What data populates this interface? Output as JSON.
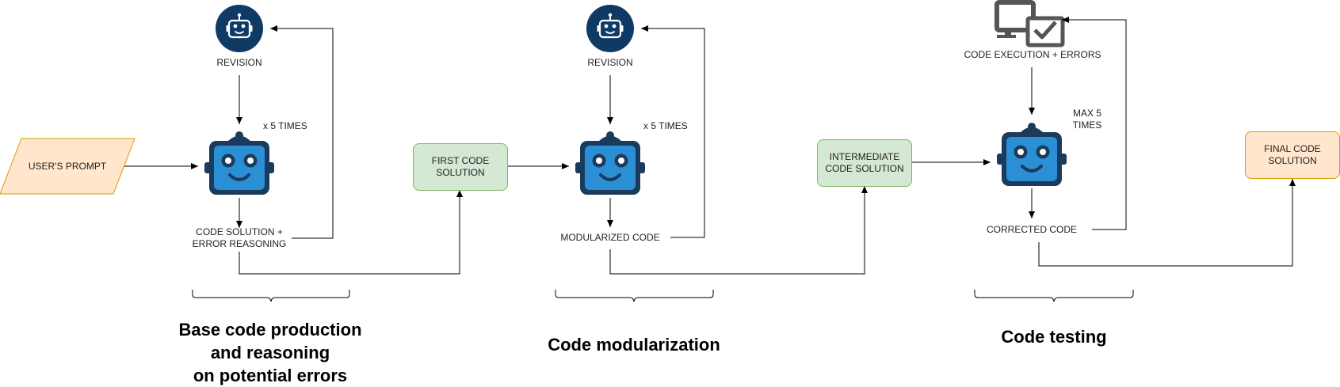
{
  "prompt": {
    "label": "USER'S PROMPT"
  },
  "stage1": {
    "revision_label": "REVISION",
    "repeat_label": "x 5 TIMES",
    "output_label": "CODE SOLUTION +\nERROR REASONING",
    "title": "Base code production\nand reasoning\non potential errors"
  },
  "first_solution": {
    "label": "FIRST CODE\nSOLUTION"
  },
  "stage2": {
    "revision_label": "REVISION",
    "repeat_label": "x 5 TIMES",
    "output_label": "MODULARIZED CODE",
    "title": "Code modularization"
  },
  "intermediate_solution": {
    "label": "INTERMEDIATE\nCODE SOLUTION"
  },
  "stage3": {
    "execution_label": "CODE EXECUTION + ERRORS",
    "repeat_label": "MAX  5\nTIMES",
    "output_label": "CORRECTED CODE",
    "title": "Code testing"
  },
  "final_solution": {
    "label": "FINAL CODE\nSOLUTION"
  },
  "colors": {
    "navy": "#0f3a66",
    "robot_blue": "#2b8fd6",
    "robot_dark": "#1a3b5c",
    "green_fill": "#d5e8d4",
    "green_border": "#82b366",
    "orange_fill": "#ffe6cc",
    "orange_border": "#d79b00",
    "monitor_gray": "#555555"
  },
  "icons": [
    "robot-head-circle-icon",
    "robot-icon",
    "monitor-check-icon"
  ]
}
